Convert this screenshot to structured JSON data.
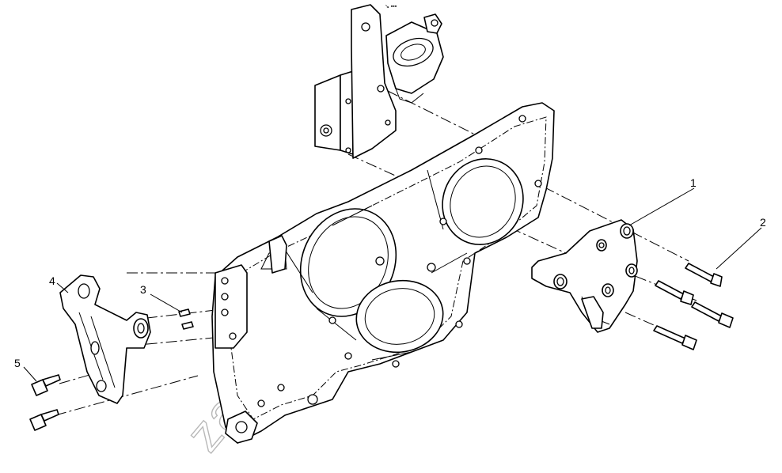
{
  "diagram": {
    "callouts": [
      {
        "id": "callout-1",
        "label": "1"
      },
      {
        "id": "callout-2",
        "label": "2"
      },
      {
        "id": "callout-3",
        "label": "3"
      },
      {
        "id": "callout-4",
        "label": "4"
      },
      {
        "id": "callout-5",
        "label": "5"
      }
    ],
    "watermark": "zapvolvo.ru"
  }
}
